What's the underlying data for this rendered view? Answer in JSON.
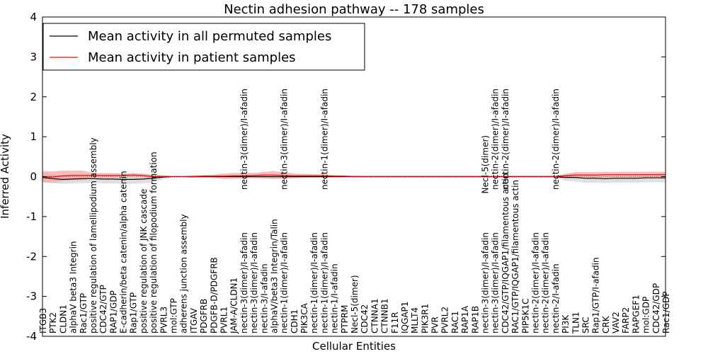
{
  "chart_data": {
    "type": "line",
    "title": "Nectin adhesion pathway -- 178 samples",
    "xlabel": "Cellular Entities",
    "ylabel": "Inferred Activity",
    "ylim": [
      -4,
      4
    ],
    "yticks": [
      -4,
      -3,
      -2,
      -1,
      0,
      1,
      2,
      3,
      4
    ],
    "grid": false,
    "legend_position": "top-left",
    "categories": [
      "ITGB3",
      "PTK2",
      "CLDN1",
      "alphaV beta3 Integrin",
      "Rac1/GTP",
      "positive regulation of lamellipodium assembly",
      "CDC42/GTP",
      "RAP1/GDP",
      "E-cadherin/beta catenin/alpha catenin",
      "Rap1/GTP",
      "positive regulation of JNK cascade",
      "positive regulation of filopodium formation",
      "PVRL3",
      "mol:GTP",
      "adherens junction assembly",
      "ITGAV",
      "PDGFRB",
      "PDGFB-D/PDGFRB",
      "PVRL1",
      "JAM-A/CLDN1",
      "nectin-3(dimer)/I-afadin",
      "nectin-3(dimer)/I-afadin",
      "nectin-3/I-afadin",
      "alphaV/beta3 Integrin/Talin",
      "nectin-1(dimer)/I-afadin",
      "CDH1",
      "PIK3CA",
      "nectin-1(dimer)/I-afadin",
      "nectin-1(dimer)/I-afadin",
      "nectin-1/I-afadin",
      "PTPRM",
      "Necl-5(dimer)",
      "CDC42",
      "CTNNA1",
      "CTNNB1",
      "F11R",
      "IQGAP1",
      "MLLT4",
      "PIK3R1",
      "PVR",
      "PVRL2",
      "RAC1",
      "RAP1A",
      "RAP1B",
      "nectin-3(dimer)/I-afadin",
      "nectin-3(dimer)/I-afadin",
      "CDC42/GTP/IQGAP1/filamentous actin",
      "RAC1/GTP/IQGAP1/filamentous actin",
      "PIP5K1C",
      "nectin-2(dimer)/I-afadin",
      "nectin-2(dimer)/I-afadin",
      "nectin-2/I-afadin",
      "PI3K",
      "TLN1",
      "SRC",
      "Rap1/GTP/I-afadin",
      "CRK",
      "VAV2",
      "FARP2",
      "RAPGEF1",
      "mol:GDP",
      "CDC42/GDP",
      "Rac1/GDP"
    ],
    "rotated_extras": [
      {
        "after": 20,
        "text": "nectin-3(dimer)/I-afadin"
      },
      {
        "after": 24,
        "text": "nectin-3(dimer)/I-afadin"
      },
      {
        "after": 28,
        "text": "nectin-1(dimer)/I-afadin"
      },
      {
        "after": 44,
        "text": "Necl-5(dimer)"
      },
      {
        "after": 45,
        "text": "nectin-2(dimer)/I-afadin"
      },
      {
        "after": 46,
        "text": "nectin-2(dimer)/I-afadin"
      },
      {
        "after": 51,
        "text": "nectin-2(dimer)/I-afadin"
      }
    ],
    "series": [
      {
        "name": "Mean activity in all permuted samples",
        "color": "#000000",
        "band_color": "#d9d9d9",
        "values": [
          -0.02,
          -0.05,
          -0.07,
          -0.06,
          -0.05,
          -0.05,
          -0.06,
          -0.06,
          -0.07,
          -0.07,
          -0.06,
          -0.04,
          -0.01,
          0.0,
          0.0,
          0.0,
          0.0,
          0.0,
          0.0,
          0.0,
          0.0,
          0.0,
          0.0,
          0.0,
          0.0,
          0.0,
          0.0,
          0.0,
          0.0,
          0.0,
          0.0,
          0.0,
          0.0,
          0.0,
          0.0,
          0.0,
          0.0,
          0.0,
          0.0,
          0.0,
          0.0,
          0.0,
          0.0,
          0.0,
          0.0,
          0.0,
          0.0,
          0.0,
          0.0,
          0.0,
          0.0,
          0.0,
          -0.02,
          -0.02,
          -0.04,
          -0.04,
          -0.05,
          -0.04,
          -0.04,
          -0.04,
          -0.03,
          -0.03,
          -0.03
        ],
        "band": [
          0.12,
          0.11,
          0.11,
          0.11,
          0.11,
          0.11,
          0.11,
          0.11,
          0.11,
          0.11,
          0.11,
          0.1,
          0.05,
          0.01,
          0.01,
          0.03,
          0.03,
          0.04,
          0.04,
          0.04,
          0.04,
          0.04,
          0.04,
          0.04,
          0.04,
          0.04,
          0.03,
          0.03,
          0.03,
          0.03,
          0.02,
          0.02,
          0.02,
          0.02,
          0.02,
          0.02,
          0.02,
          0.02,
          0.02,
          0.02,
          0.02,
          0.02,
          0.02,
          0.02,
          0.02,
          0.02,
          0.02,
          0.02,
          0.02,
          0.02,
          0.02,
          0.02,
          0.08,
          0.1,
          0.11,
          0.11,
          0.11,
          0.11,
          0.11,
          0.11,
          0.11,
          0.11,
          0.11
        ]
      },
      {
        "name": "Mean activity in patient samples",
        "color": "#ff0000",
        "band_color": "#f4a5a5",
        "values": [
          0.0,
          -0.01,
          0.02,
          0.03,
          0.03,
          0.03,
          0.03,
          0.03,
          0.03,
          0.04,
          0.03,
          0.0,
          0.0,
          0.0,
          0.0,
          0.0,
          0.01,
          0.01,
          0.01,
          0.02,
          0.02,
          0.03,
          0.04,
          0.04,
          0.03,
          0.02,
          0.02,
          0.02,
          0.02,
          0.01,
          0.01,
          0.0,
          0.0,
          0.0,
          0.0,
          0.0,
          0.0,
          0.0,
          0.0,
          0.0,
          0.0,
          0.0,
          0.0,
          0.0,
          0.0,
          0.0,
          0.0,
          0.0,
          0.0,
          0.0,
          0.0,
          0.0,
          0.02,
          0.04,
          0.04,
          0.04,
          0.05,
          0.05,
          0.05,
          0.05,
          0.05,
          0.05,
          0.05
        ],
        "band": [
          0.14,
          0.14,
          0.13,
          0.12,
          0.12,
          0.06,
          0.06,
          0.06,
          0.05,
          0.05,
          0.05,
          0.05,
          0.03,
          0.0,
          0.01,
          0.03,
          0.03,
          0.04,
          0.07,
          0.07,
          0.07,
          0.06,
          0.08,
          0.1,
          0.08,
          0.06,
          0.05,
          0.04,
          0.04,
          0.03,
          0.02,
          0.02,
          0.02,
          0.02,
          0.02,
          0.02,
          0.02,
          0.02,
          0.02,
          0.02,
          0.02,
          0.02,
          0.02,
          0.02,
          0.02,
          0.02,
          0.02,
          0.02,
          0.02,
          0.02,
          0.02,
          0.02,
          0.05,
          0.07,
          0.07,
          0.07,
          0.07,
          0.07,
          0.07,
          0.07,
          0.07,
          0.07,
          0.07
        ]
      }
    ]
  }
}
